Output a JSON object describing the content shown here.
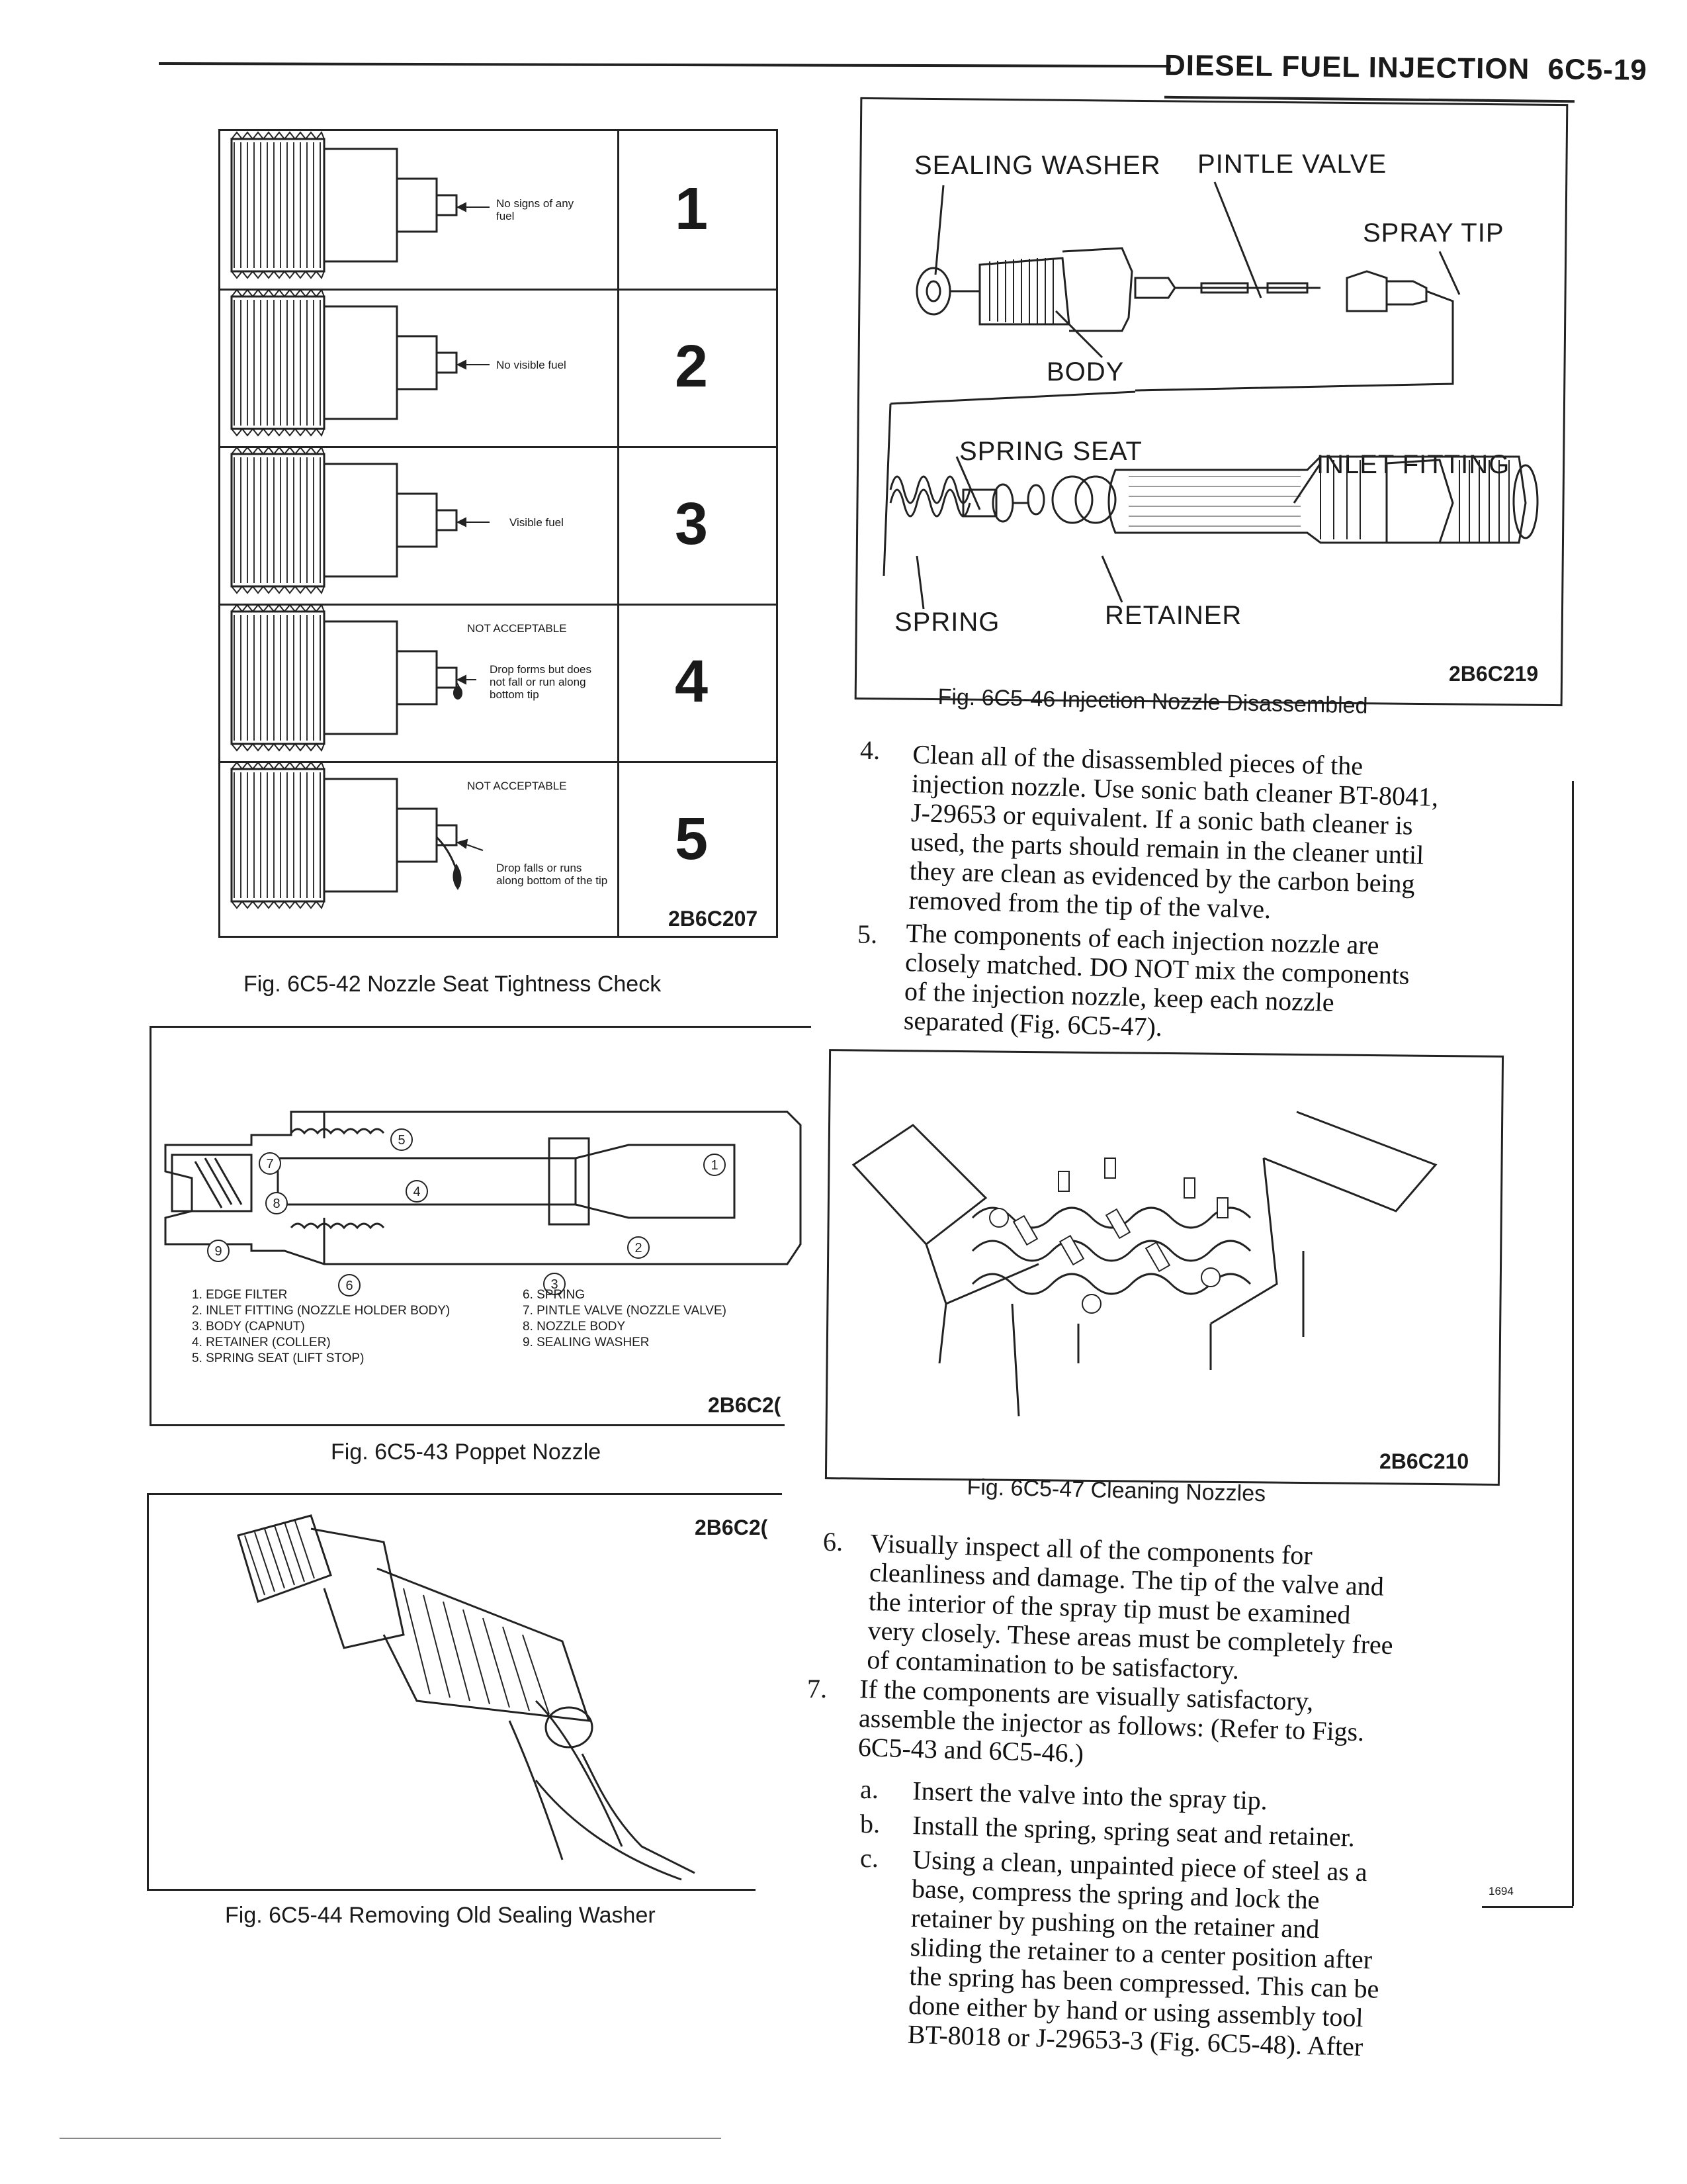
{
  "header": {
    "title": "DIESEL FUEL INJECTION",
    "page": "6C5-19"
  },
  "fig42": {
    "caption": "Fig. 6C5-42 Nozzle Seat Tightness Check",
    "code": "2B6C207",
    "rows": [
      {
        "number": "1",
        "note": "No signs of any fuel",
        "status": ""
      },
      {
        "number": "2",
        "note": "No visible fuel",
        "status": ""
      },
      {
        "number": "3",
        "note": "Visible fuel",
        "status": ""
      },
      {
        "number": "4",
        "note": "Drop forms but does not fall or run along bottom tip",
        "status": "NOT ACCEPTABLE"
      },
      {
        "number": "5",
        "note": "Drop falls or runs along bottom of the tip",
        "status": "NOT ACCEPTABLE"
      }
    ]
  },
  "fig43": {
    "caption": "Fig. 6C5-43 Poppet Nozzle",
    "code": "2B6C2(",
    "callouts": [
      "1",
      "2",
      "3",
      "4",
      "5",
      "6",
      "7",
      "8",
      "9"
    ],
    "legend_left": [
      "1.  EDGE FILTER",
      "2.  INLET FITTING (NOZZLE HOLDER BODY)",
      "3.  BODY (CAPNUT)",
      "4.  RETAINER (COLLER)",
      "5.  SPRING SEAT (LIFT STOP)"
    ],
    "legend_right": [
      "6.  SPRING",
      "7.  PINTLE VALVE (NOZZLE VALVE)",
      "8.  NOZZLE BODY",
      "9.  SEALING WASHER"
    ]
  },
  "fig44": {
    "caption": "Fig. 6C5-44 Removing Old Sealing Washer",
    "code": "2B6C2("
  },
  "fig46": {
    "caption": "Fig. 6C5-46 Injection Nozzle Disassembled",
    "code": "2B6C219",
    "labels": {
      "sealing_washer": "SEALING WASHER",
      "pintle_valve": "PINTLE VALVE",
      "spray_tip": "SPRAY TIP",
      "body": "BODY",
      "spring_seat": "SPRING SEAT",
      "inlet_fitting": "INLET FITTING",
      "spring": "SPRING",
      "retainer": "RETAINER"
    }
  },
  "fig47": {
    "caption": "Fig. 6C5-47 Cleaning Nozzles",
    "code": "2B6C210"
  },
  "steps": [
    {
      "num": "4.",
      "lines": [
        "Clean all of the disassembled pieces of the",
        "injection nozzle. Use sonic bath cleaner BT-8041,",
        "J-29653 or equivalent. If a sonic bath cleaner is",
        "used, the parts should remain in the cleaner until",
        "they are clean as evidenced by the carbon being",
        "removed from the tip of the valve."
      ]
    },
    {
      "num": "5.",
      "lines": [
        "The components of each injection nozzle are",
        "closely matched. DO NOT mix the components",
        "of the injection nozzle, keep each nozzle",
        "separated (Fig. 6C5-47)."
      ]
    },
    {
      "num": "6.",
      "lines": [
        "Visually inspect all of the components for",
        "cleanliness and damage. The tip of the valve and",
        "the interior of the spray tip must be examined",
        "very closely. These areas must be completely free",
        "of contamination to be satisfactory."
      ]
    },
    {
      "num": "7.",
      "lines": [
        "If the components are visually satisfactory,",
        "assemble the injector as follows: (Refer to Figs.",
        "6C5-43 and 6C5-46.)"
      ]
    }
  ],
  "substeps": [
    {
      "letter": "a.",
      "lines": [
        "Insert the valve into the spray tip."
      ]
    },
    {
      "letter": "b.",
      "lines": [
        "Install the spring, spring seat and retainer."
      ]
    },
    {
      "letter": "c.",
      "lines": [
        "Using a clean, unpainted piece of steel as a",
        "base, compress the spring and lock the",
        "retainer by pushing on the retainer and",
        "sliding the retainer to a center position after",
        "the spring has been compressed. This can be",
        "done either by hand or using assembly tool",
        "BT-8018 or J-29653-3 (Fig. 6C5-48). After"
      ]
    }
  ],
  "margin_mark": "1694"
}
